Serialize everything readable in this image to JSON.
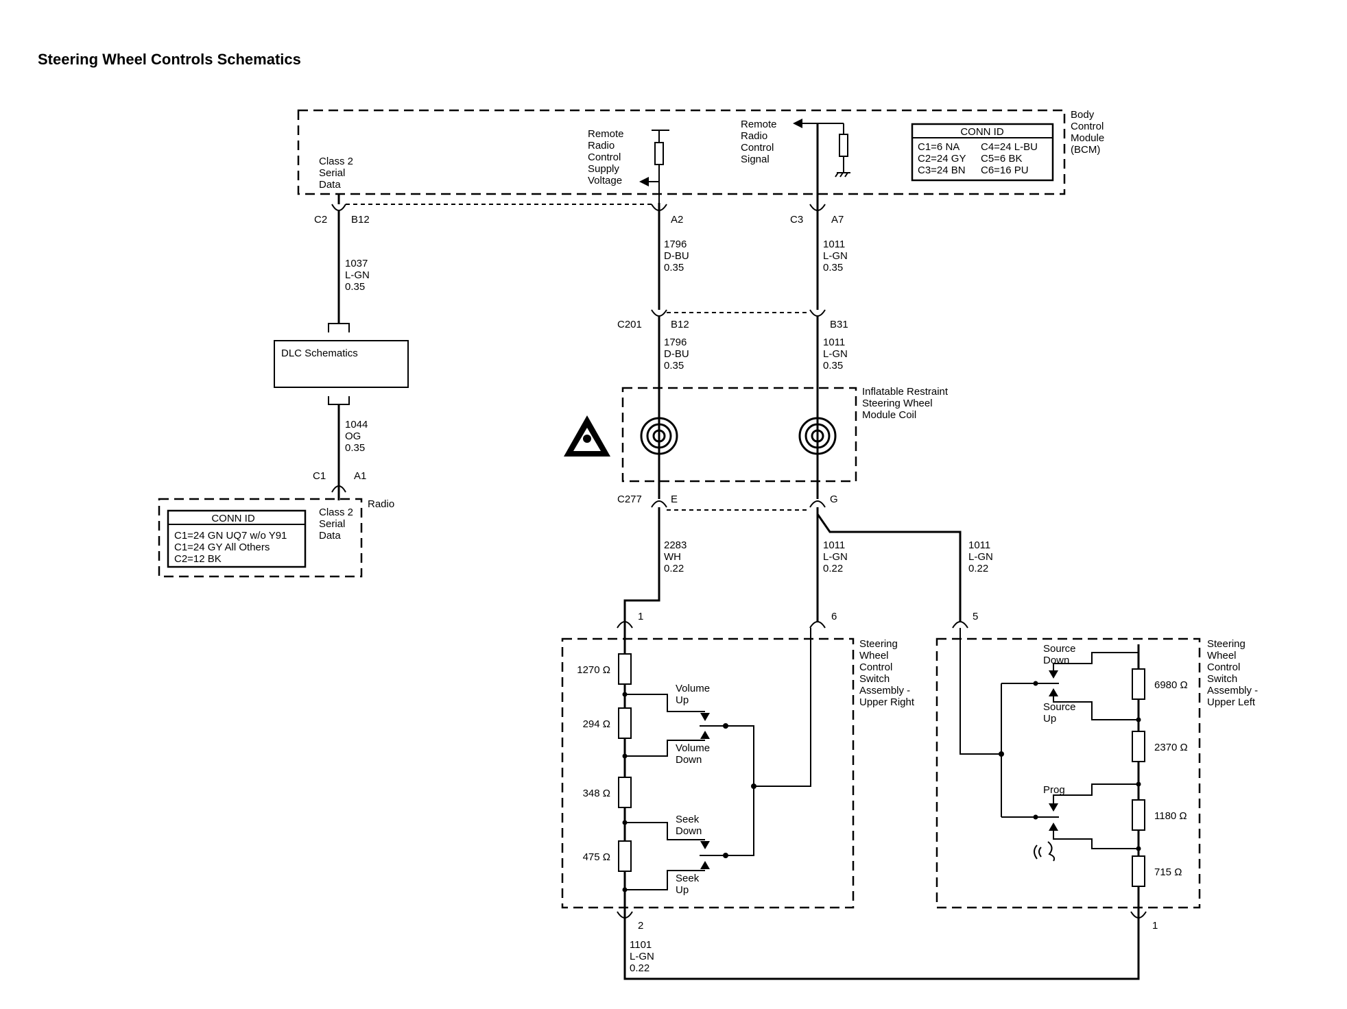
{
  "title": "Steering Wheel Controls Schematics",
  "bcm": {
    "label": [
      "Body",
      "Control",
      "Module",
      "(BCM)"
    ],
    "class2_label": [
      "Class 2",
      "Serial",
      "Data"
    ],
    "supply_label": [
      "Remote",
      "Radio",
      "Control",
      "Supply",
      "Voltage"
    ],
    "signal_label": [
      "Remote",
      "Radio",
      "Control",
      "Signal"
    ],
    "conn_id": {
      "header": "CONN ID",
      "rows": [
        "C1=6 NA",
        "C2=24 GY",
        "C3=24 BN",
        "C4=24 L-BU",
        "C5=6 BK",
        "C6=16 PU"
      ]
    },
    "connectors": {
      "c2": "C2",
      "b12": "B12",
      "a2": "A2",
      "c3": "C3",
      "a7": "A7"
    }
  },
  "wires": {
    "w1037": [
      "1037",
      "L-GN",
      "0.35"
    ],
    "w1044": [
      "1044",
      "OG",
      "0.35"
    ],
    "w1796_top": [
      "1796",
      "D-BU",
      "0.35"
    ],
    "w1011_top": [
      "1011",
      "L-GN",
      "0.35"
    ],
    "w1796_mid": [
      "1796",
      "D-BU",
      "0.35"
    ],
    "w1011_mid": [
      "1011",
      "L-GN",
      "0.35"
    ],
    "w2283": [
      "2283",
      "WH",
      "0.22"
    ],
    "w1011_low": [
      "1011",
      "L-GN",
      "0.22"
    ],
    "w1011_right": [
      "1011",
      "L-GN",
      "0.22"
    ],
    "w1101": [
      "1101",
      "L-GN",
      "0.22"
    ]
  },
  "dlc": {
    "label": "DLC Schematics"
  },
  "radio": {
    "label": "Radio",
    "class2_label": [
      "Class 2",
      "Serial",
      "Data"
    ],
    "conn_id": {
      "header": "CONN ID",
      "rows": [
        "C1=24 GN UQ7 w/o Y91",
        "C1=24 GY All Others",
        "C2=12 BK"
      ]
    },
    "connectors": {
      "c1": "C1",
      "a1": "A1"
    }
  },
  "c201": {
    "name": "C201",
    "b12": "B12",
    "b31": "B31"
  },
  "coil": {
    "label": [
      "Inflatable Restraint",
      "Steering Wheel",
      "Module Coil"
    ]
  },
  "c277": {
    "name": "C277",
    "e": "E",
    "g": "G"
  },
  "upper_right": {
    "label": [
      "Steering",
      "Wheel",
      "Control",
      "Switch",
      "Assembly -",
      "Upper Right"
    ],
    "pins": {
      "p1": "1",
      "p6": "6",
      "p2": "2"
    },
    "resistors": [
      "1270 Ω",
      "294 Ω",
      "348 Ω",
      "475 Ω"
    ],
    "switches": {
      "volume_up": [
        "Volume",
        "Up"
      ],
      "volume_down": [
        "Volume",
        "Down"
      ],
      "seek_down": [
        "Seek",
        "Down"
      ],
      "seek_up": [
        "Seek",
        "Up"
      ]
    }
  },
  "upper_left": {
    "label": [
      "Steering",
      "Wheel",
      "Control",
      "Switch",
      "Assembly -",
      "Upper Left"
    ],
    "pins": {
      "p5": "5",
      "p1": "1"
    },
    "resistors": [
      "6980 Ω",
      "2370 Ω",
      "1180 Ω",
      "715 Ω"
    ],
    "switches": {
      "source_down": [
        "Source",
        "Down"
      ],
      "source_up": [
        "Source",
        "Up"
      ],
      "prog": [
        "Prog"
      ]
    }
  }
}
